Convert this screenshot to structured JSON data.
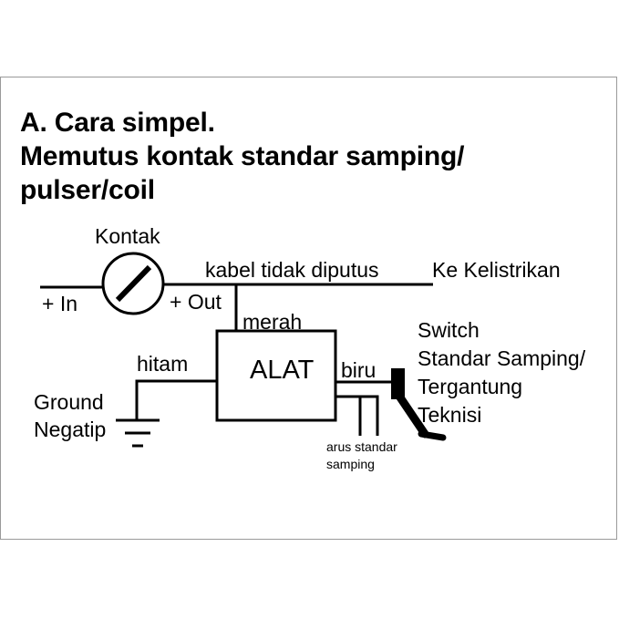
{
  "title": {
    "line1": "A. Cara simpel.",
    "line2": "Memutus kontak standar samping/",
    "line3": "pulser/coil"
  },
  "labels": {
    "kontak": "Kontak",
    "plus_in": "+ In",
    "plus_out": "+ Out",
    "kabel_tidak_diputus": "kabel tidak diputus",
    "ke_kelistrikan": "Ke Kelistrikan",
    "merah": "merah",
    "alat": "ALAT",
    "hitam": "hitam",
    "biru": "biru",
    "ground_line1": "Ground",
    "ground_line2": "Negatip",
    "switch_line1": "Switch",
    "switch_line2": "Standar Samping/",
    "switch_line3": "Tergantung",
    "switch_line4": "Teknisi",
    "arus_line1": "arus standar",
    "arus_line2": "samping"
  }
}
